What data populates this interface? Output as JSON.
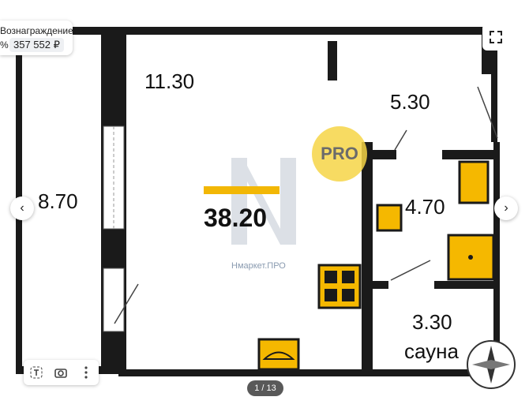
{
  "fee": {
    "title": "Вознаграждение",
    "percent": "%",
    "amount": "357 552 ₽"
  },
  "rooms": {
    "loggia": "8.70",
    "main": "11.30",
    "hall": "5.30",
    "bath": "4.70",
    "sauna_area": "3.30",
    "sauna_name": "сауна",
    "total": "38.20"
  },
  "watermark": "Нмаркет.ПРО",
  "pro_badge": "PRO",
  "gallery": {
    "counter": "1 / 13"
  },
  "icons": [
    "expand-icon",
    "arrow-left-icon",
    "arrow-right-icon",
    "text-icon",
    "camera-icon",
    "more-icon",
    "compass-icon"
  ],
  "colors": {
    "wall": "#1a1a1a",
    "accent": "#f2b705",
    "fixture": "#f5b800"
  }
}
